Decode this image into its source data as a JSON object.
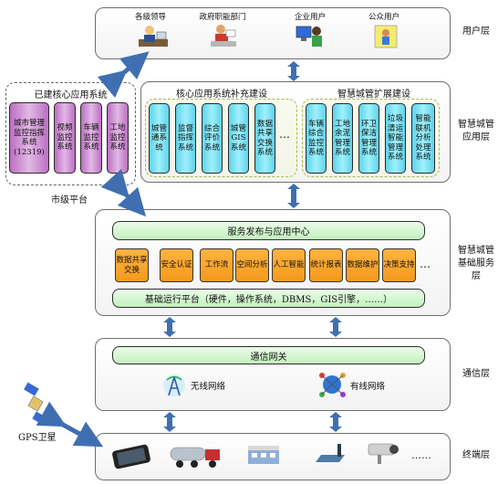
{
  "layers": {
    "user": "用户层",
    "app": [
      "智慧城管",
      "应用层"
    ],
    "service": [
      "智慧城管",
      "基础服务",
      "层"
    ],
    "comm": "通信层",
    "terminal": "终端层"
  },
  "user_layer": {
    "users": [
      "各级领导",
      "政府职能部门",
      "企业用户",
      "公众用户"
    ]
  },
  "existing": {
    "title": "已建核心应用系统",
    "caption": "市级平台",
    "systems": [
      "城市管理监控指挥系统(12319)",
      "视频监控系统",
      "车辆监控系统",
      "工地监控系统"
    ]
  },
  "core": {
    "title": "核心应用系统补充建设",
    "systems": [
      "城管通系统",
      "监督指挥系统",
      "综合评价系统",
      "城管GIS系统",
      "数据共享交换系统"
    ],
    "ellipsis": "…"
  },
  "expansion": {
    "title": "智慧城管扩展建设",
    "systems": [
      "车辆综合监控系统",
      "工地余泥管理系统",
      "环卫保洁管理系统",
      "垃圾清运智能管理系统",
      "智能联机分析处理系统"
    ]
  },
  "service": {
    "center": "服务发布与应用中心",
    "modules": [
      "数据共享交换",
      "安全认证",
      "工作流",
      "空间分析",
      "人工智能",
      "统计报表",
      "数据维护",
      "决策支持"
    ],
    "ellipsis": "…",
    "base": "基础运行平台（硬件，操作系统，DBMS，GIS引擎，……）"
  },
  "comm": {
    "gateway": "通信网关",
    "wireless": "无线网络",
    "wired": "有线网络"
  },
  "terminal": {
    "gps": "GPS卫星",
    "ellipsis": "……"
  },
  "colors": {
    "arrow": "#3f6fb0",
    "cyan": "#5fd3ea",
    "purple": "#bb6fc2",
    "orange": "#f39a1c",
    "green": "#c3f1bd"
  }
}
